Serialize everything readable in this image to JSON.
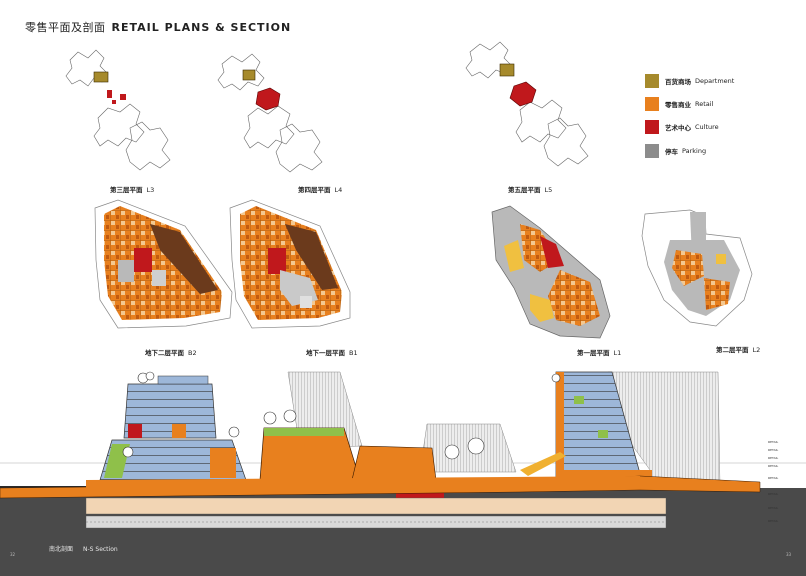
{
  "page": {
    "title_zh": "零售平面及剖面",
    "title_en": "RETAIL PLANS & SECTION",
    "page_left": "32",
    "page_right": "33"
  },
  "colors": {
    "department": "#a68a2c",
    "retail": "#e8801e",
    "culture": "#c0181c",
    "parking": "#8c8c8c",
    "ground_band": "#4a4a4a",
    "tower_blue": "#9db7d9"
  },
  "legend": [
    {
      "zh": "百货商场",
      "en": "Department",
      "color": "#a68a2c"
    },
    {
      "zh": "零售商业",
      "en": "Retail",
      "color": "#e8801e"
    },
    {
      "zh": "艺术中心",
      "en": "Culture",
      "color": "#c0181c"
    },
    {
      "zh": "停车",
      "en": "Parking",
      "color": "#8c8c8c"
    }
  ],
  "plans": {
    "l3": {
      "zh": "第三层平面",
      "code": "L3"
    },
    "l4": {
      "zh": "第四层平面",
      "code": "L4"
    },
    "l5": {
      "zh": "第五层平面",
      "code": "L5"
    },
    "b2": {
      "zh": "地下二层平面",
      "code": "B2"
    },
    "b1": {
      "zh": "地下一层平面",
      "code": "B1"
    },
    "l1": {
      "zh": "第一层平面",
      "code": "L1"
    },
    "l2": {
      "zh": "第二层平面",
      "code": "L2"
    }
  },
  "section": {
    "zh": "南北剖面",
    "en": "N-S Section",
    "side_labels": [
      "RETAIL",
      "RETAIL",
      "RETAIL",
      "RETAIL",
      "RETAIL",
      "RETAIL",
      "RETAIL",
      "RETAIL"
    ]
  }
}
